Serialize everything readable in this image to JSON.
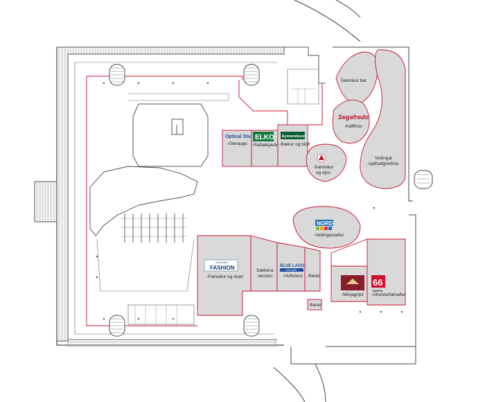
{
  "map": {
    "stores": [
      {
        "id": "optical",
        "logo": "Optical Studio",
        "label": "-Gleraugu"
      },
      {
        "id": "elko",
        "logo": "ELKO",
        "label": "-Raftækjavörur"
      },
      {
        "id": "eymundsson",
        "logo": "Eymundsson",
        "label": "-Bækur og blöð"
      },
      {
        "id": "islenskur-bar",
        "logo": "",
        "label": "Íslenskur bar"
      },
      {
        "id": "segafredo",
        "logo": "Segafredo",
        "label": "-Kaffihús"
      },
      {
        "id": "samlokur",
        "logo": "",
        "label": "-Samlokur",
        "label2": "og djús"
      },
      {
        "id": "veitingar",
        "logo": "",
        "label": "Veitingar",
        "label2": "-sjálfsafgreiðsla"
      },
      {
        "id": "nord",
        "logo": "NORD",
        "label": "-Veitingastaður"
      },
      {
        "id": "fashion",
        "logo_small": "ICELANDIC",
        "logo": "FASHION",
        "label": "-Fatnaður og skart"
      },
      {
        "id": "saelkera",
        "logo": "",
        "label": "Sælkera-",
        "label2": "verslun"
      },
      {
        "id": "bluelagoon",
        "logo": "BLUE LAGOON",
        "logo_small": "ICELAND",
        "label": "-Húðvörur"
      },
      {
        "id": "banki1",
        "logo": "",
        "label": "Banki"
      },
      {
        "id": "minjagripir",
        "logo": "",
        "label": "-Minjagripir"
      },
      {
        "id": "66north",
        "logo": "66",
        "logo_small": "NORTH",
        "label": "-Útivistarfatnaður"
      },
      {
        "id": "banki2",
        "logo": "",
        "label": "Banki"
      }
    ],
    "colors": {
      "store_fill": "#d9d9d9",
      "store_outline": "#c8102e",
      "wall": "#444444",
      "elko_bg": "#0f7a3a",
      "eymundsson_bg": "#0c5c33",
      "nord_bg": "#1d6fb8",
      "fashion_bg": "#1a3d7a",
      "segafredo": "#c8102e",
      "minjagripir_bg": "#8a1d2c",
      "north66_bg": "#d0102e",
      "optical": "#1c4fa0"
    }
  }
}
